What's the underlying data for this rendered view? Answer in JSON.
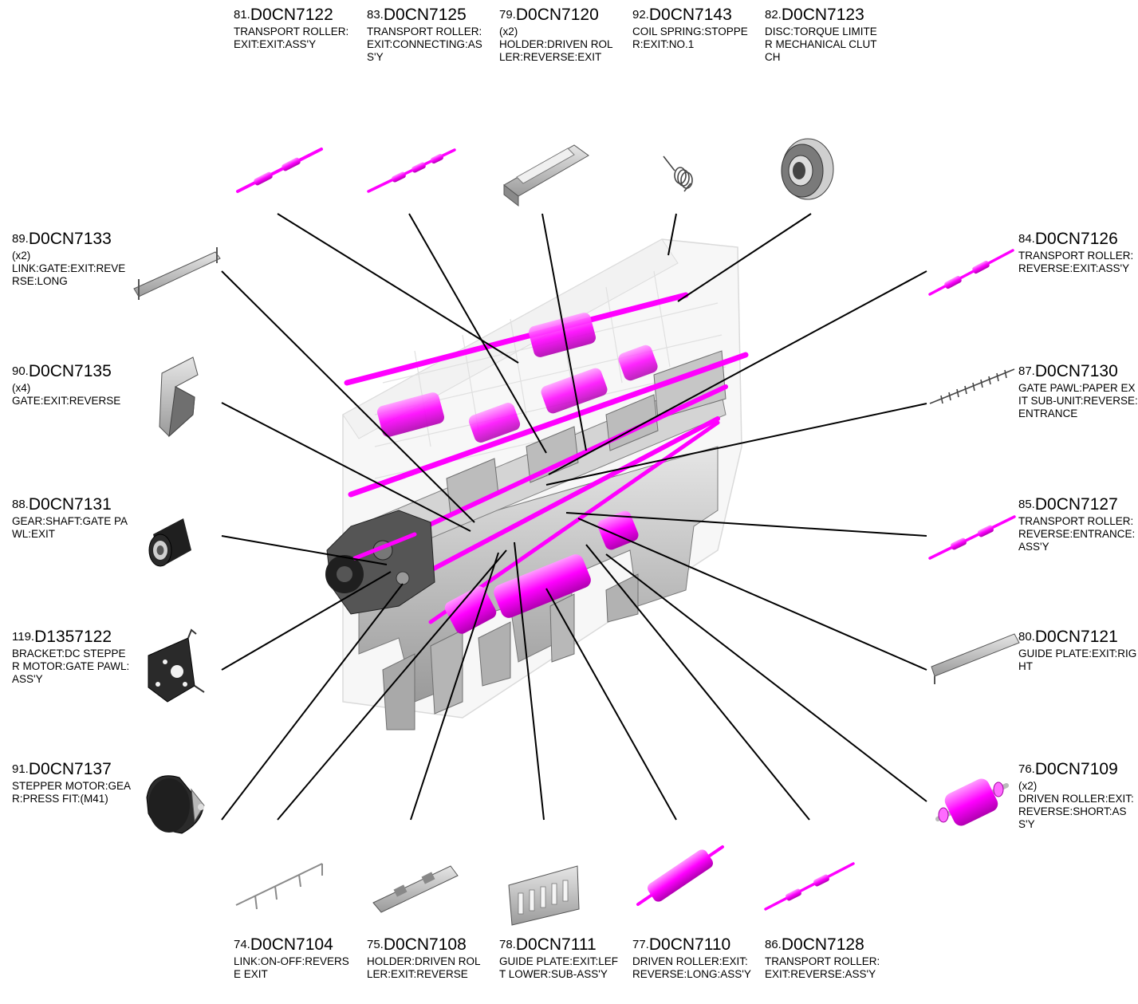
{
  "colors": {
    "highlight": "#ff00ff",
    "part_gray": "#b0b0b0",
    "line": "#000000"
  },
  "parts": [
    {
      "id": "p81",
      "num": "81.",
      "pn": "D0CN7122",
      "qty": "",
      "desc": "TRANSPORT ROLLER:EXIT:EXIT:ASS'Y"
    },
    {
      "id": "p83",
      "num": "83.",
      "pn": "D0CN7125",
      "qty": "",
      "desc": "TRANSPORT ROLLER:EXIT:CONNECTING:ASS'Y"
    },
    {
      "id": "p79",
      "num": "79.",
      "pn": "D0CN7120",
      "qty": "(x2)",
      "desc": "HOLDER:DRIVEN ROLLER:REVERSE:EXIT"
    },
    {
      "id": "p92",
      "num": "92.",
      "pn": "D0CN7143",
      "qty": "",
      "desc": "COIL SPRING:STOPPER:EXIT:NO.1"
    },
    {
      "id": "p82",
      "num": "82.",
      "pn": "D0CN7123",
      "qty": "",
      "desc": "DISC:TORQUE LIMITER MECHANICAL CLUTCH"
    },
    {
      "id": "p89",
      "num": "89.",
      "pn": "D0CN7133",
      "qty": "(x2)",
      "desc": "LINK:GATE:EXIT:REVERSE:LONG"
    },
    {
      "id": "p90",
      "num": "90.",
      "pn": "D0CN7135",
      "qty": "(x4)",
      "desc": "GATE:EXIT:REVERSE"
    },
    {
      "id": "p88",
      "num": "88.",
      "pn": "D0CN7131",
      "qty": "",
      "desc": "GEAR:SHAFT:GATE PAWL:EXIT"
    },
    {
      "id": "p119",
      "num": "119.",
      "pn": "D1357122",
      "qty": "",
      "desc": "BRACKET:DC STEPPER MOTOR:GATE PAWL:ASS'Y"
    },
    {
      "id": "p91",
      "num": "91.",
      "pn": "D0CN7137",
      "qty": "",
      "desc": "STEPPER MOTOR:GEAR:PRESS FIT:(M41)"
    },
    {
      "id": "p84",
      "num": "84.",
      "pn": "D0CN7126",
      "qty": "",
      "desc": "TRANSPORT ROLLER:REVERSE:EXIT:ASS'Y"
    },
    {
      "id": "p87",
      "num": "87.",
      "pn": "D0CN7130",
      "qty": "",
      "desc": "GATE PAWL:PAPER EXIT SUB-UNIT:REVERSE:ENTRANCE"
    },
    {
      "id": "p85",
      "num": "85.",
      "pn": "D0CN7127",
      "qty": "",
      "desc": "TRANSPORT ROLLER:REVERSE:ENTRANCE:ASS'Y"
    },
    {
      "id": "p80",
      "num": "80.",
      "pn": "D0CN7121",
      "qty": "",
      "desc": "GUIDE PLATE:EXIT:RIGHT"
    },
    {
      "id": "p76",
      "num": "76.",
      "pn": "D0CN7109",
      "qty": "(x2)",
      "desc": "DRIVEN ROLLER:EXIT:REVERSE:SHORT:ASS'Y"
    },
    {
      "id": "p74",
      "num": "74.",
      "pn": "D0CN7104",
      "qty": "",
      "desc": "LINK:ON-OFF:REVERSE EXIT"
    },
    {
      "id": "p75",
      "num": "75.",
      "pn": "D0CN7108",
      "qty": "",
      "desc": "HOLDER:DRIVEN ROLLER:EXIT:REVERSE"
    },
    {
      "id": "p78",
      "num": "78.",
      "pn": "D0CN7111",
      "qty": "",
      "desc": "GUIDE PLATE:EXIT:LEFT LOWER:SUB-ASS'Y"
    },
    {
      "id": "p77",
      "num": "77.",
      "pn": "D0CN7110",
      "qty": "",
      "desc": "DRIVEN ROLLER:EXIT:REVERSE:LONG:ASS'Y"
    },
    {
      "id": "p86",
      "num": "86.",
      "pn": "D0CN7128",
      "qty": "",
      "desc": "TRANSPORT ROLLER:EXIT:REVERSE:ASS'Y"
    }
  ]
}
